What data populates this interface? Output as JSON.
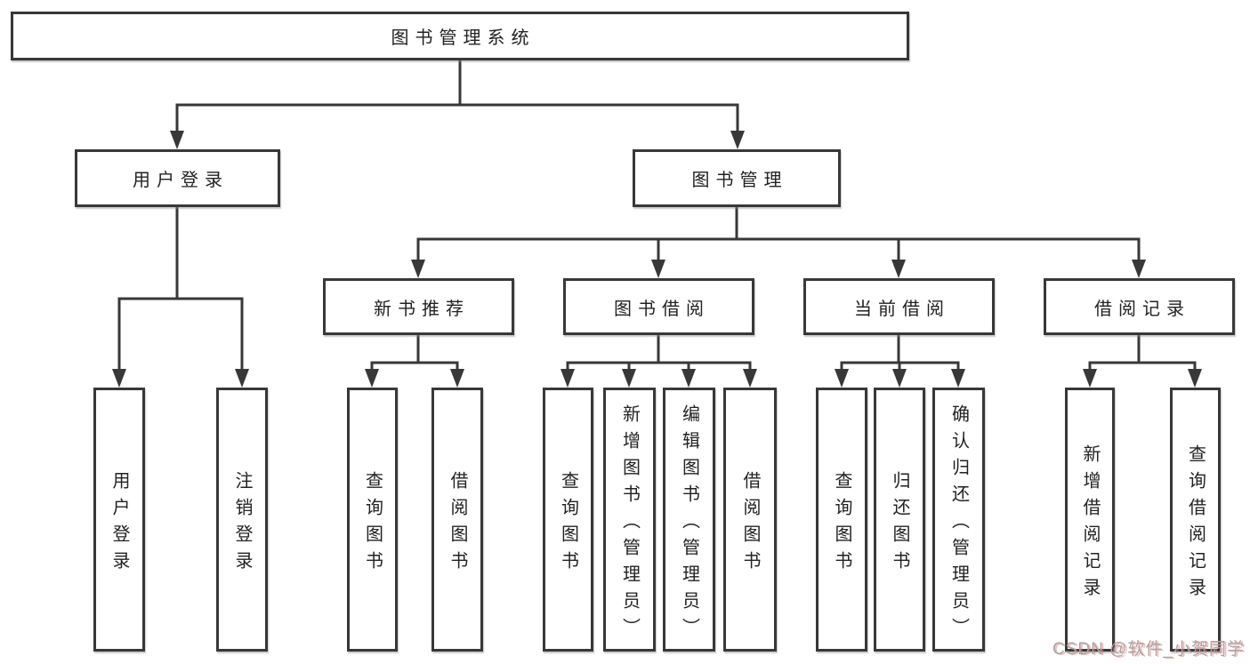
{
  "tree": {
    "root": {
      "label": "图书管理系统"
    },
    "level2": [
      {
        "label": "用户登录",
        "children": [
          "用户登录",
          "注销登录"
        ]
      },
      {
        "label": "图书管理",
        "sections": [
          {
            "label": "新书推荐",
            "children": [
              "查询图书",
              "借阅图书"
            ]
          },
          {
            "label": "图书借阅",
            "children": [
              "查询图书",
              "新增图书（管理员）",
              "编辑图书（管理员）",
              "借阅图书"
            ]
          },
          {
            "label": "当前借阅",
            "children": [
              "查询图书",
              "归还图书",
              "确认归还（管理员）"
            ]
          },
          {
            "label": "借阅记录",
            "children": [
              "新增借阅记录",
              "查询借阅记录"
            ]
          }
        ]
      }
    ]
  },
  "watermark": {
    "text": "CSDN @软件_小贺同学"
  },
  "colors": {
    "line": "#383838",
    "box_border": "#383838",
    "text": "#222222",
    "background": "#ffffff",
    "watermark": "#a6a6a6"
  }
}
